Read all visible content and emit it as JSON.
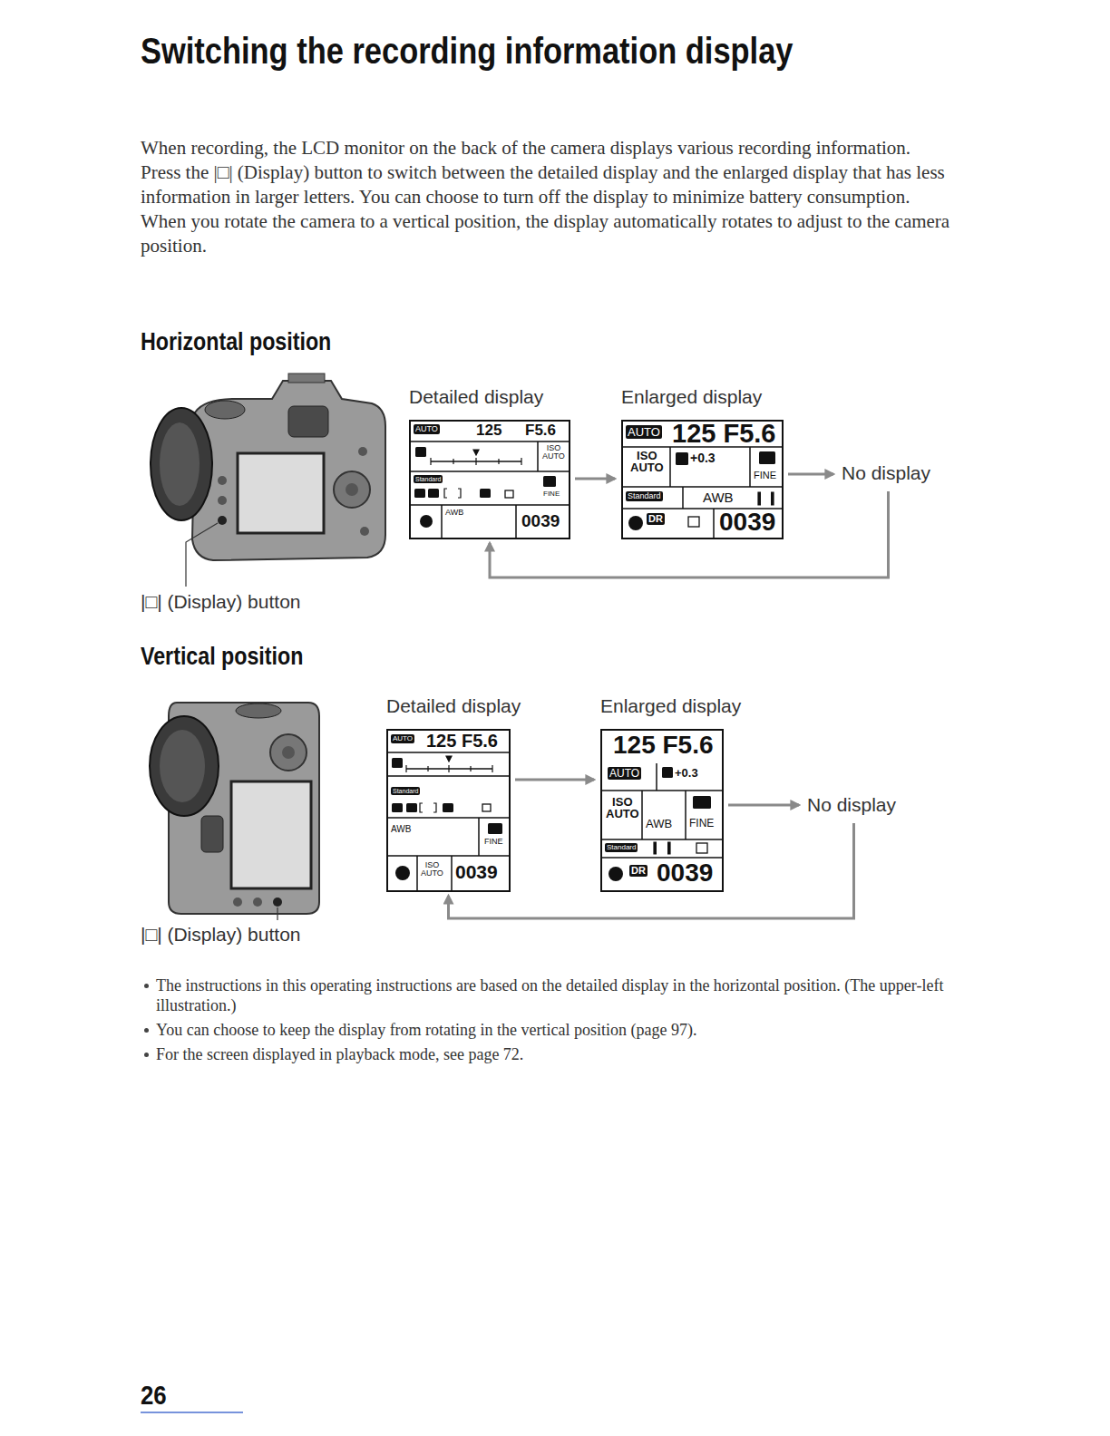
{
  "diagram": {
    "title": "Switching the recording information display",
    "nodes": [
      {
        "text": [
          "Detailed display",
          "AUTO",
          "125",
          "F5.6",
          "ISO AUTO",
          "Standard",
          "FINE",
          "AWB",
          "0039"
        ]
      },
      {
        "text": [
          "Enlarged display",
          "AUTO",
          "125 F5.6",
          "ISO AUTO",
          "+0.3",
          "FINE",
          "Standard",
          "AWB",
          "DR",
          "0039"
        ]
      },
      {
        "text": [
          "No display"
        ]
      },
      {
        "text": [
          "Detailed display",
          "AUTO",
          "125 F5.6",
          "Standard",
          "AWB",
          "FINE",
          "ISO AUTO",
          "0039"
        ]
      },
      {
        "text": [
          "Enlarged display",
          "125 F5.6",
          "AUTO",
          "+0.3",
          "ISO AUTO",
          "AWB",
          "FINE",
          "Standard",
          "DR",
          "0039"
        ]
      },
      {
        "text": [
          "No display"
        ]
      }
    ],
    "edges": [
      {
        "from": 0,
        "to": 1,
        "arrow": "to"
      },
      {
        "from": 1,
        "to": 2,
        "arrow": "to"
      },
      {
        "from": 2,
        "to": 0,
        "arrow": "to"
      },
      {
        "from": 3,
        "to": 4,
        "arrow": "to"
      },
      {
        "from": 4,
        "to": 5,
        "arrow": "to"
      },
      {
        "from": 5,
        "to": 3,
        "arrow": "to"
      }
    ],
    "labels": [
      "When recording, the LCD monitor on the back of the camera displays various recording information.",
      "Press the |□| (Display) button to switch between the detailed display and the enlarged display that has less information in larger letters. You can choose to turn off the display to minimize battery consumption.",
      "When you rotate the camera to a vertical position, the display automatically rotates to adjust to the camera position.",
      "Horizontal position",
      "|□| (Display) button",
      "Vertical position",
      "|□| (Display) button",
      "The instructions in this operating instructions are based on the detailed display in the horizontal position. (The upper-left illustration.)",
      "You can choose to keep the display from rotating in the vertical position (page 97).",
      "For the screen displayed in playback mode, see page 72.",
      "26"
    ]
  }
}
